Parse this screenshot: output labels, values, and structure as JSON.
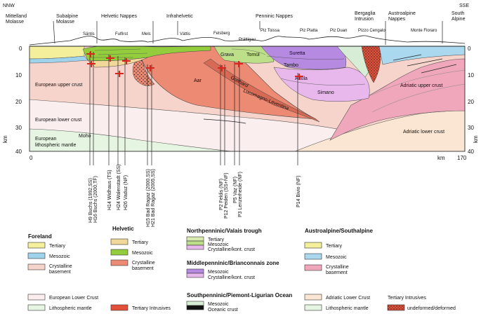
{
  "compass": {
    "left": "NNW",
    "right": "SSE"
  },
  "top_labels": [
    {
      "id": "mittelland-molasse",
      "lines": [
        "Mittelland",
        "Molasse"
      ]
    },
    {
      "id": "subalpine-molasse",
      "lines": [
        "Subalpine",
        "Molasse"
      ]
    },
    {
      "id": "helvetic-nappes",
      "lines": [
        "Helvetic Nappes"
      ]
    },
    {
      "id": "infrahelvetic",
      "lines": [
        "Infrahelvetic"
      ]
    },
    {
      "id": "penninic-nappes",
      "lines": [
        "Penninic Nappes"
      ]
    },
    {
      "id": "bergaglia-intrusion",
      "lines": [
        "Bergaglia",
        "Intrusion"
      ]
    },
    {
      "id": "austroalpine-nappes",
      "lines": [
        "Austroalpine",
        "Nappes"
      ]
    },
    {
      "id": "south-alpine",
      "lines": [
        "South",
        "Alpine"
      ]
    }
  ],
  "peaks": [
    "Säntis",
    "Fulfirst",
    "Mels",
    "Vättis",
    "Felsberg",
    "Prättigau",
    "Piz Toissa",
    "Piz Platta",
    "Piz Duan",
    "Pizzo Cengalo",
    "Monte Fioraro"
  ],
  "axis": {
    "depth_unit": "km",
    "depth_ticks": [
      "0",
      "10",
      "20",
      "30",
      "40"
    ],
    "x_ticks": [
      "0",
      "170"
    ],
    "x_unit": "km"
  },
  "section_labels": {
    "european_upper_crust": "European upper crust",
    "european_lower_crust": "European lower crust",
    "european_mantle": [
      "European",
      "lithospheric mantle"
    ],
    "moho": "Moho",
    "aar": "Aar",
    "gotthard": "Gotthard",
    "lucomagno": "Lucomagno-Leventina",
    "grava": "Grava",
    "tomul": "Tomül",
    "suretta": "Suretta",
    "tambo": "Tambo",
    "adula": "Adula",
    "simano": "Simano",
    "adriatic_upper_crust": "Adriatic upper crust",
    "adriatic_lower_crust": "Adriatic lower crust"
  },
  "wells": [
    "H9 Buchs (1992,SS)",
    "H16 Buchs (2000,TF)",
    "H14 Widhaus (TS)",
    "H24 Walenstadt (SS)",
    "H26 Vaduz (NF)",
    "H15 Bad Ragaz (2000,SS)",
    "H21 Bad Ragaz (2005,SS)",
    "P2 Feldis (NF)",
    "P12 Peiden (SS+NF)",
    "P5 Vaz (NF)",
    "P3 Lenzerheide (NF)",
    "P14 Bivio (NF)"
  ],
  "legend": {
    "foreland": {
      "title": "Foreland",
      "items": [
        "Tertiary",
        "Mesozoic",
        "Crystalline",
        "basement"
      ]
    },
    "helvetic": {
      "title": "Helvetic",
      "items": [
        "Tertiary",
        "Mesozoic",
        "Crystalline",
        "basement"
      ]
    },
    "north_penninic": {
      "title": "Northpenninic/Valais trough",
      "items": [
        "Tertiary",
        "Mesozoic",
        "Crystalline/kont. crust"
      ]
    },
    "middle_penninic": {
      "title": "Middlepenninic/Brianconnais zone",
      "items": [
        "Mesozoic",
        "Crystalline/kont. crust"
      ]
    },
    "south_penninic": {
      "title": "Southpenninic/Piemont-Ligurian Ocean",
      "items": [
        "Mesozoic",
        "Oceanic crust"
      ]
    },
    "austroalpine": {
      "title": "Austroalpine/Southalpine",
      "items": [
        "Tertiary",
        "Mesozoic",
        "Crystalline",
        "basement"
      ]
    },
    "european_lower_crust": "European Lower Crust",
    "lithospheric_mantle": "Lithospheric mantle",
    "tertiary_intrusives": "Tertiary Intrusives",
    "adriatic_lower_crust": "Adriatic Lower Crust",
    "lithospheric_mantle_2": "Lithospheric mantle",
    "tertiary_intrusives_title": "Tertiary Intrusives",
    "undeformed": "undeformed/deformed"
  },
  "colors": {
    "foreland_tertiary": "#f3ef9a",
    "foreland_mesozoic": "#9fd3ec",
    "crystalline_eu": "#f6d3cb",
    "helv_tertiary": "#f1d79a",
    "helv_mesozoic": "#93cc3c",
    "helv_crystalline": "#ec8a73",
    "np_tertiary": "#d9ebae",
    "np_mesozoic": "#bedf8a",
    "mp_mesozoic": "#b58ae0",
    "mp_crystal": "#e8b8ec",
    "sp_mesozoic": "#d7edd5",
    "sp_oceanic": "#111111",
    "aa_tertiary": "#f3ef9a",
    "aa_mesozoic": "#a9d8ef",
    "aa_crystalline": "#f0a7bb",
    "eu_lower": "#fbeeee",
    "mantle": "#e6f5e1",
    "intrusive": "#e2503a",
    "adr_lower": "#fae6d2"
  }
}
